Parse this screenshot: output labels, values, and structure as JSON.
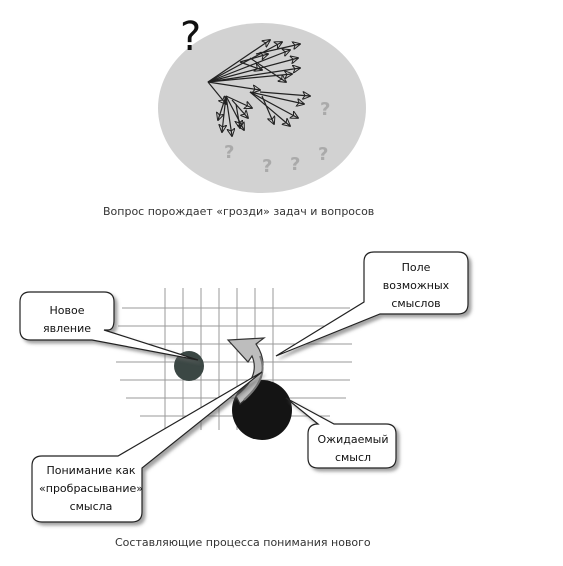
{
  "top_figure": {
    "main_symbol": "?",
    "small_symbols": [
      "?",
      "?",
      "?",
      "?",
      "?"
    ],
    "caption": "Вопрос порождает «грозди» задач и вопросов"
  },
  "bottom_figure": {
    "callouts": {
      "new_phenomenon": [
        "Новое",
        "явление"
      ],
      "field_of_meanings": [
        "Поле",
        "возможных",
        "смыслов"
      ],
      "expected_meaning": [
        "Ожидаемый",
        "смысл"
      ],
      "understanding": [
        "Понимание как",
        "«пробрасывание»",
        "смысла"
      ]
    },
    "caption": "Составляющие процесса понимания нового"
  },
  "colors": {
    "oval_fill": "#d2d2d2",
    "arrow_dark": "#2a2a2a",
    "small_circle": "#3b4744",
    "big_circle": "#141414",
    "grid": "#9a9a9a"
  }
}
